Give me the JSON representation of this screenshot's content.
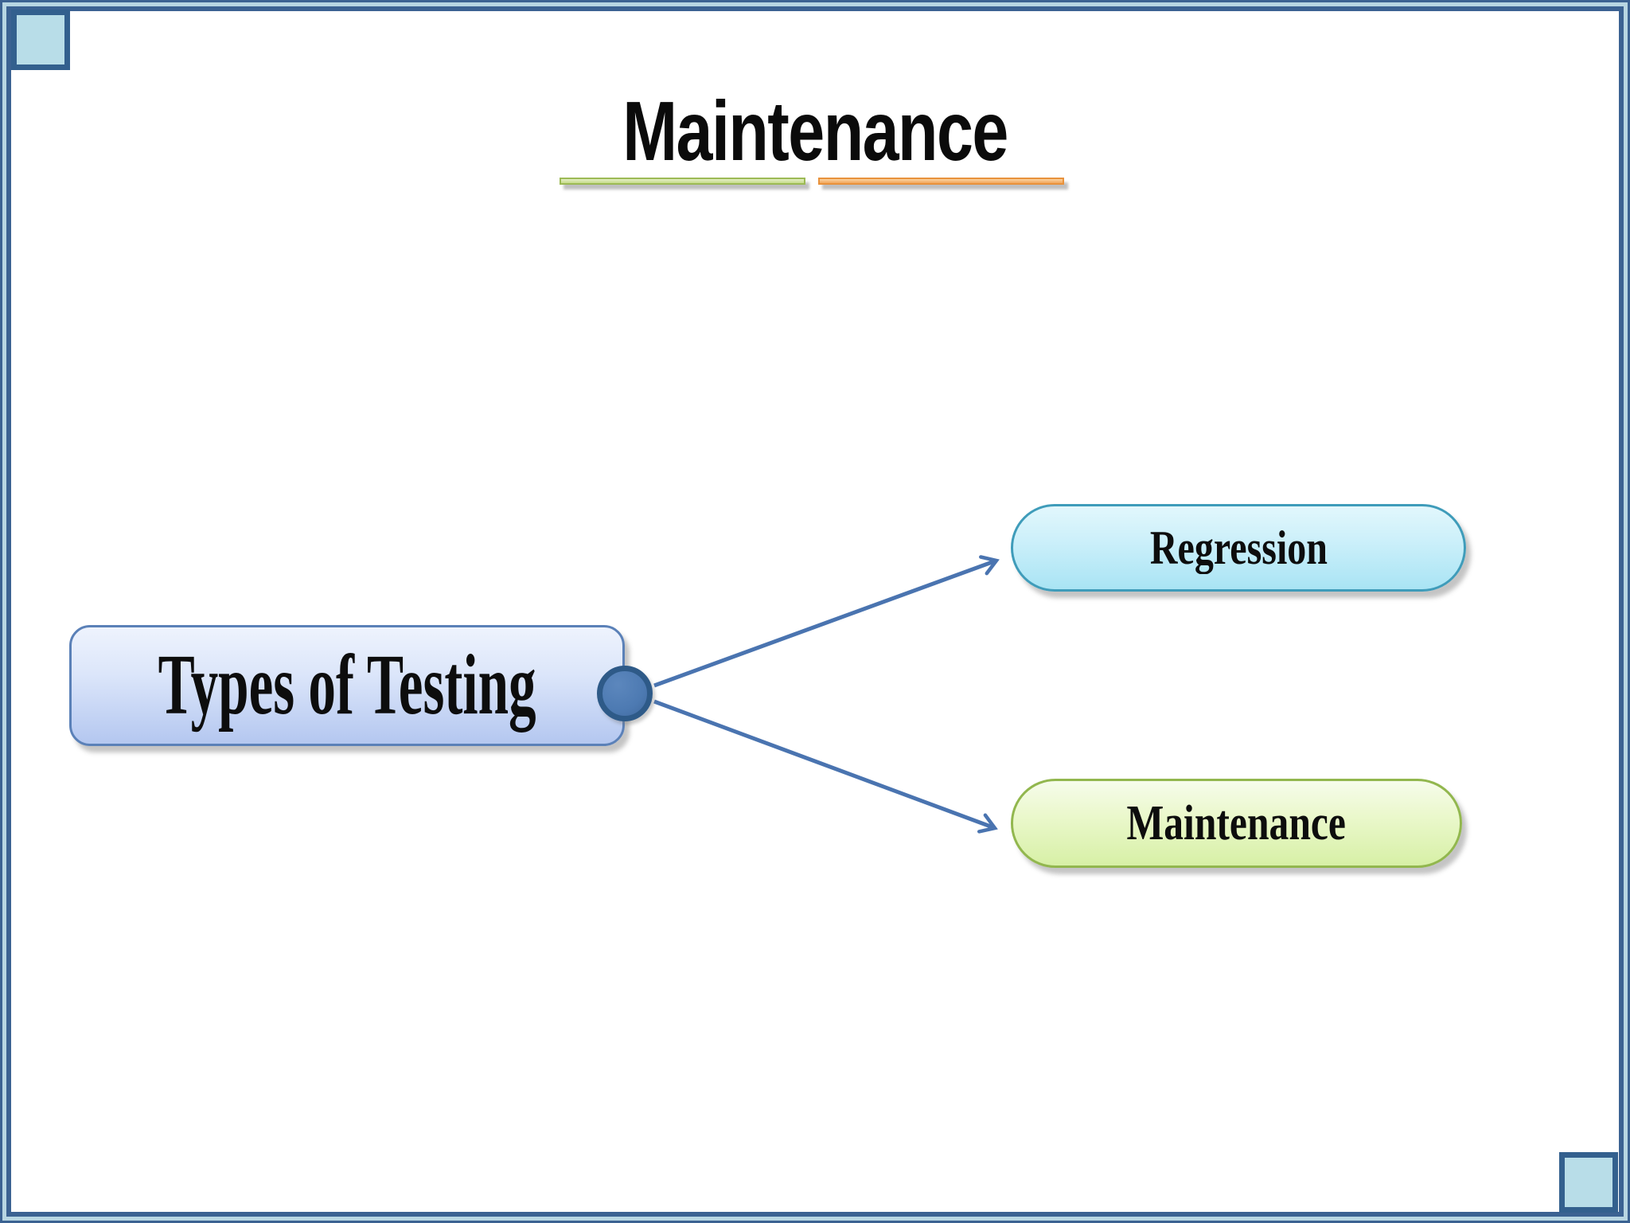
{
  "slide": {
    "title": "Maintenance",
    "decor": {
      "underline_green_color": "#9cba55",
      "underline_orange_color": "#e8923c",
      "frame_color": "#3b6292",
      "frame_stripe_color": "#b7d6e2",
      "corner_square_fill": "#b8dde8"
    },
    "diagram": {
      "root_label": "Types of Testing",
      "root_border_color": "#5b81b8",
      "root_fill_top": "#eef3fd",
      "root_fill_bottom": "#b4c7f0",
      "connector_color": "#4a74b0",
      "connector_point_color": "#4d7ab2",
      "nodes": [
        {
          "label": "Regression",
          "border_color": "#3f9cba",
          "fill_top": "#e2f7fc",
          "fill_bottom": "#a9e4f4"
        },
        {
          "label": "Maintenance",
          "border_color": "#92b74e",
          "fill_top": "#f6fceb",
          "fill_bottom": "#d7f0a6"
        }
      ]
    }
  }
}
